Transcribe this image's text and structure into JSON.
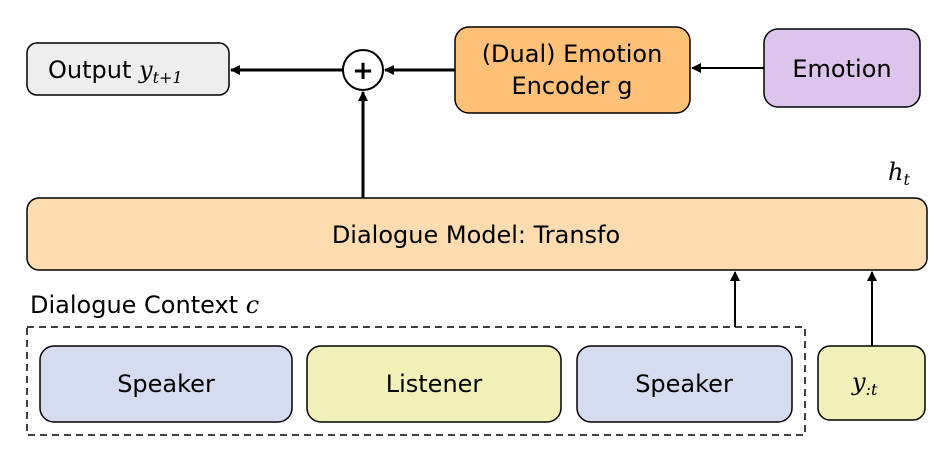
{
  "nodes": {
    "output": {
      "label": "Output",
      "var": "y",
      "sub": "t+1",
      "color": "#eeeeee"
    },
    "plus": {
      "symbol": "+"
    },
    "encoder": {
      "line1": "(Dual) Emotion",
      "line2": "Encoder g",
      "color": "#ffc078"
    },
    "emotion": {
      "label": "Emotion",
      "color": "#dcc4ec"
    },
    "hidden": {
      "var": "h",
      "sub": "t"
    },
    "dialogue_model": {
      "label": "Dialogue Model: Transfo",
      "color": "#fddcb0"
    },
    "context": {
      "label": "Dialogue Context",
      "var": "c"
    },
    "speaker1": {
      "label": "Speaker",
      "color": "#d6dcf0"
    },
    "listener": {
      "label": "Listener",
      "color": "#f0f0b8"
    },
    "speaker2": {
      "label": "Speaker",
      "color": "#d6dcf0"
    },
    "prev_output": {
      "var": "y",
      "sub": ":t",
      "color": "#f0f0b8"
    }
  },
  "edges": [
    {
      "from": "emotion",
      "to": "encoder"
    },
    {
      "from": "encoder",
      "to": "plus"
    },
    {
      "from": "dialogue_model",
      "to": "plus"
    },
    {
      "from": "plus",
      "to": "output"
    },
    {
      "from": "context",
      "to": "dialogue_model"
    },
    {
      "from": "prev_output",
      "to": "dialogue_model"
    }
  ]
}
